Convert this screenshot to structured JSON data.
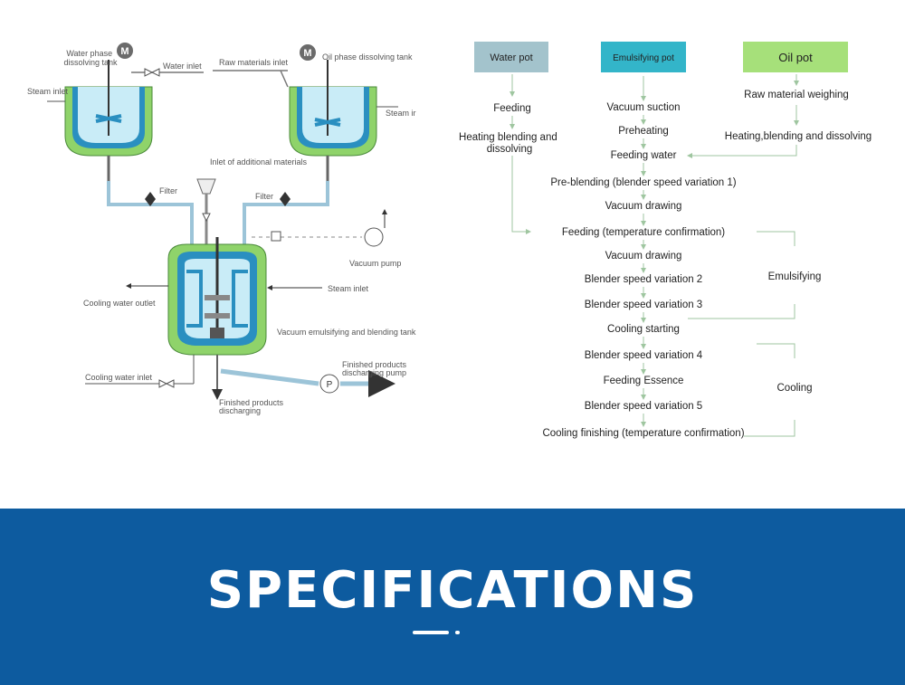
{
  "schematic": {
    "water_tank_label": "Water phase\ndissolving tank",
    "motor_symbol": "M",
    "water_inlet": "Water inlet",
    "raw_materials_inlet": "Raw materials inlet",
    "oil_tank_label": "Oil phase dissolving tank",
    "steam_inlet_left": "Steam inlet",
    "steam_inlet_right": "Steam ir",
    "additional_materials": "Inlet of additional materials",
    "filter_left": "Filter",
    "filter_right": "Filter",
    "vacuum_pump": "Vacuum pump",
    "cooling_water_outlet": "Cooling water outlet",
    "steam_inlet_main": "Steam inlet",
    "main_tank": "Vacuum emulsifying and blending tank",
    "finished_pump": "Finished products\ndischarging pump",
    "pump_symbol": "P",
    "cooling_water_inlet": "Cooling water inlet",
    "finished_discharging": "Finished products\ndischarging"
  },
  "flowchart": {
    "headers": {
      "water_pot": "Water pot",
      "emulsifying_pot": "Emulsifying pot",
      "oil_pot": "Oil pot"
    },
    "header_colors": {
      "water_pot": "#a3c3cc",
      "emulsifying_pot": "#33b5c9",
      "oil_pot": "#a6e07a"
    },
    "water_steps": [
      "Feeding",
      "Heating blending and\ndissolving"
    ],
    "oil_steps": [
      "Raw material weighing",
      "Heating,blending and dissolving"
    ],
    "main_steps": [
      "Vacuum suction",
      "Preheating",
      "Feeding water",
      "Pre-blending (blender speed variation 1)",
      "Vacuum drawing",
      "Feeding (temperature confirmation)",
      "Vacuum drawing",
      "Blender speed variation 2",
      "Blender speed variation 3",
      "Cooling starting",
      "Blender speed variation 4",
      "Feeding Essence",
      "Blender speed variation 5",
      "Cooling finishing (temperature confirmation)"
    ],
    "phases": {
      "emulsifying": "Emulsifying",
      "cooling": "Cooling"
    }
  },
  "banner": {
    "title": "SPECIFICATIONS",
    "background": "#0d5b9f"
  }
}
